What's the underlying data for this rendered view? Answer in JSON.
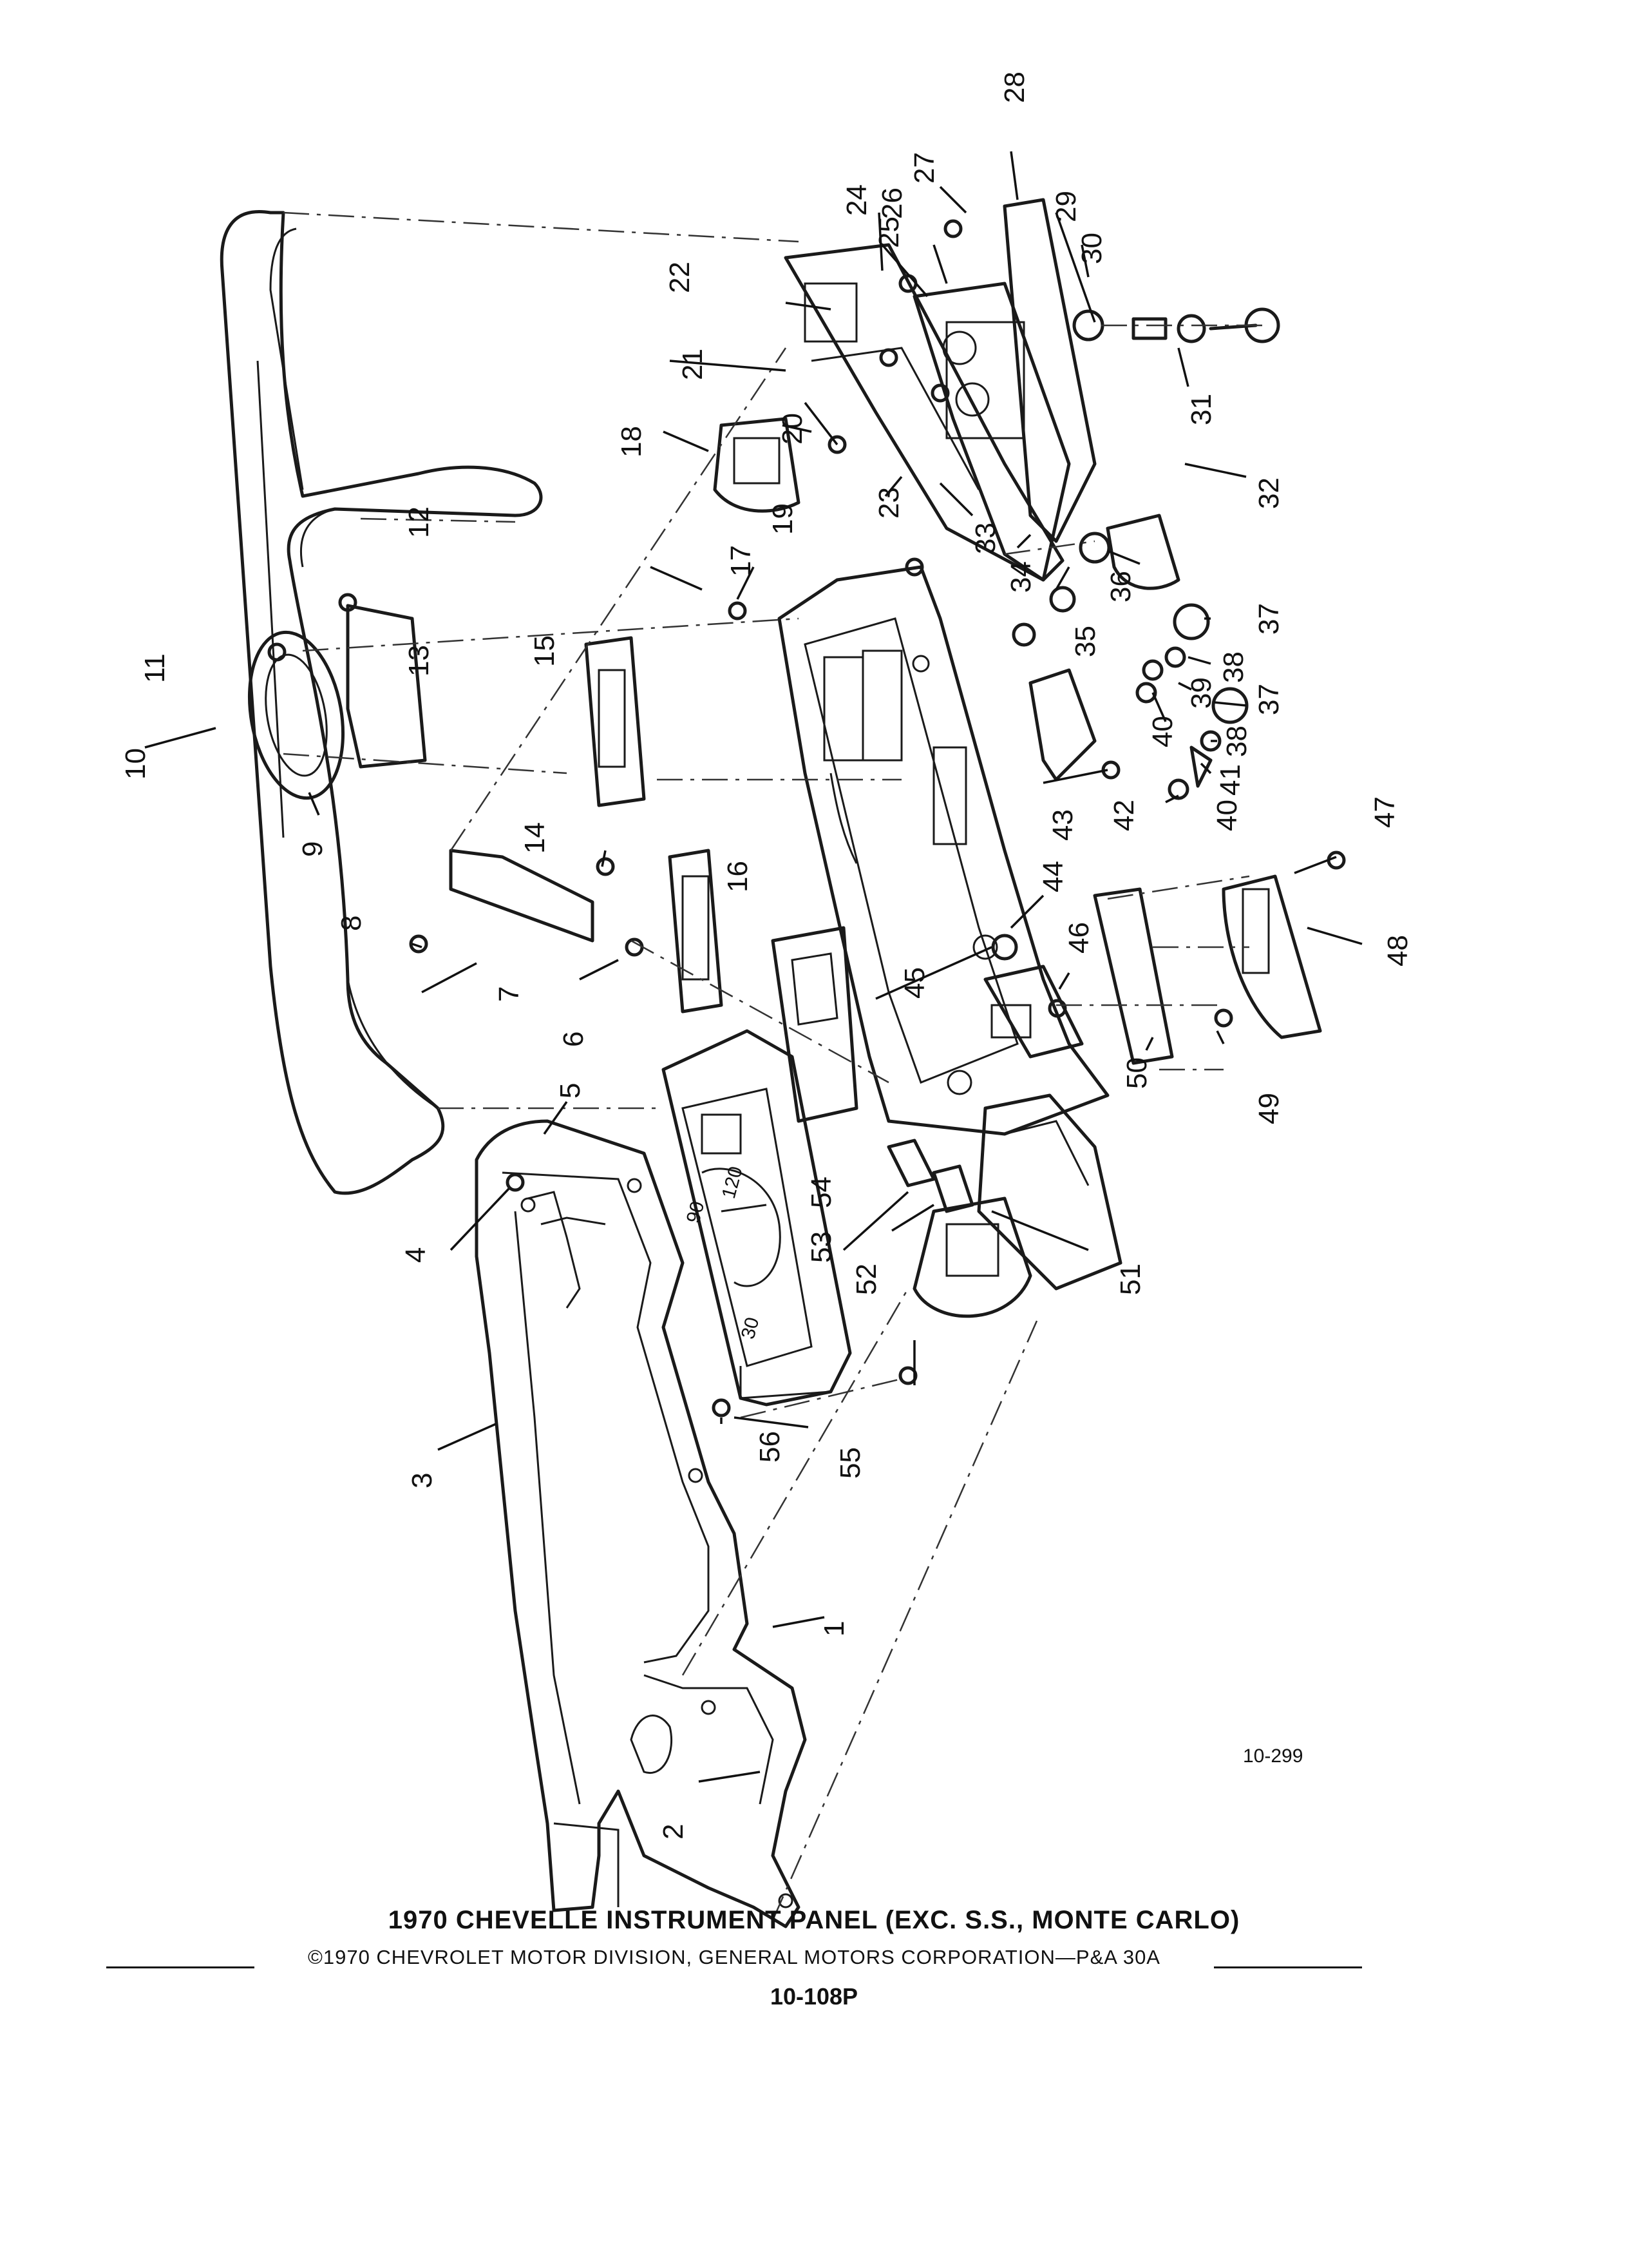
{
  "figure_code": "10-299",
  "caption": {
    "title": "1970 CHEVELLE INSTRUMENT PANEL (EXC. S.S., MONTE CARLO)",
    "copyright": "©1970 CHEVROLET MOTOR DIVISION, GENERAL MOTORS CORPORATION—P&A 30A",
    "page_code": "10-108P"
  },
  "callouts": {
    "c1": "1",
    "c2": "2",
    "c3": "3",
    "c4": "4",
    "c5": "5",
    "c6": "6",
    "c7": "7",
    "c8": "8",
    "c9": "9",
    "c10": "10",
    "c11": "11",
    "c12": "12",
    "c13": "13",
    "c14": "14",
    "c15": "15",
    "c16": "16",
    "c17": "17",
    "c18": "18",
    "c19": "19",
    "c20": "20",
    "c21": "21",
    "c22": "22",
    "c23": "23",
    "c24": "24",
    "c25": "25",
    "c26": "26",
    "c27": "27",
    "c28": "28",
    "c29": "29",
    "c30": "30",
    "c31": "31",
    "c32": "32",
    "c33": "33",
    "c34": "34",
    "c35": "35",
    "c36": "36",
    "c37a": "37",
    "c37b": "37",
    "c38a": "38",
    "c38b": "38",
    "c39": "39",
    "c40a": "40",
    "c40b": "40",
    "c41": "41",
    "c42": "42",
    "c43": "43",
    "c44": "44",
    "c45": "45",
    "c46": "46",
    "c47": "47",
    "c48": "48",
    "c49": "49",
    "c50": "50",
    "c51": "51",
    "c52": "52",
    "c53": "53",
    "c54": "54",
    "c55": "55",
    "c56": "56"
  },
  "gauge_marks": {
    "g1": "90",
    "g2": "120",
    "g3": "30"
  }
}
